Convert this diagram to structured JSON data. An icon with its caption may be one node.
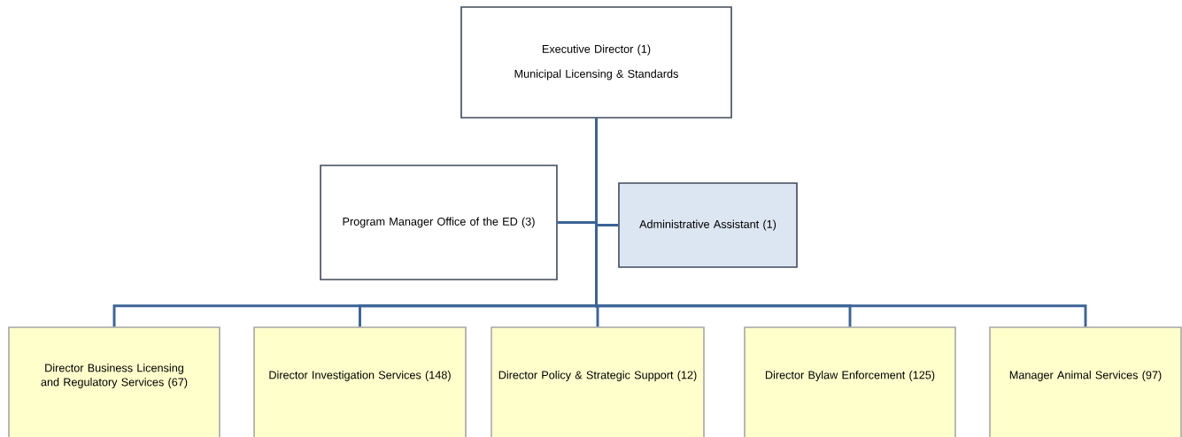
{
  "diagram": {
    "nodes": [
      {
        "text": [
          "Executive Director (1)",
          "Municipal Licensing & Standards"
        ]
      },
      {
        "text": [
          "Program Manager Office of the ED (3)"
        ]
      },
      {
        "text": [
          "Administrative Assistant (1)"
        ]
      },
      {
        "text": [
          "Director Business Licensing and Regulatory Services  (67)"
        ]
      },
      {
        "text": [
          "Director Investigation  Services (148)"
        ]
      },
      {
        "text": [
          "Director Policy & Strategic Support (12)"
        ]
      },
      {
        "text": [
          "Director Bylaw Enforcement (125)"
        ]
      },
      {
        "text": [
          "Manager Animal Services (97)"
        ]
      }
    ],
    "edges": [
      {
        "from": 0,
        "to": 1,
        "arrow": "none"
      },
      {
        "from": 0,
        "to": 2,
        "arrow": "none"
      },
      {
        "from": 0,
        "to": 3,
        "arrow": "none"
      },
      {
        "from": 0,
        "to": 4,
        "arrow": "none"
      },
      {
        "from": 0,
        "to": 5,
        "arrow": "none"
      },
      {
        "from": 0,
        "to": 6,
        "arrow": "none"
      },
      {
        "from": 0,
        "to": 7,
        "arrow": "none"
      }
    ]
  }
}
